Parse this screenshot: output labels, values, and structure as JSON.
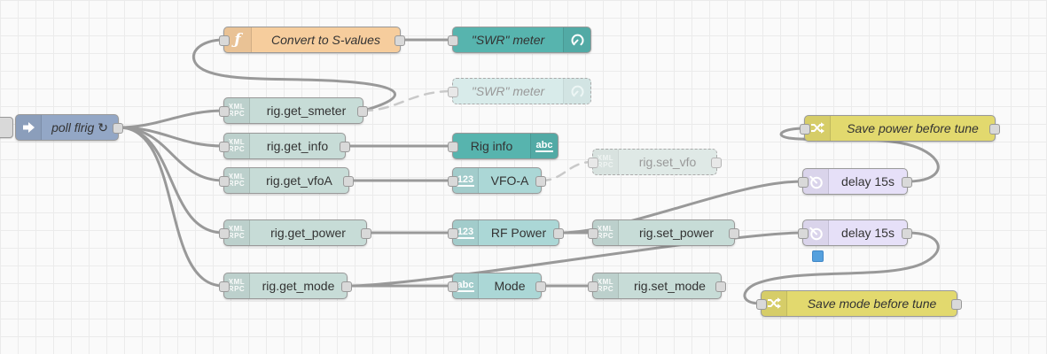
{
  "canvas": {
    "background": "#fafafa",
    "grid_color": "#ebebeb",
    "grid_size": 20
  },
  "colors": {
    "wire": "#999999",
    "wire_to_disabled": "#c9c9c9",
    "node_border": "#999999",
    "inject_blue": "#93a7c6",
    "function_orange": "#f6cd9d",
    "dashboard_teal": "#57b4ae",
    "xmlrpc_sage": "#c7dcd7",
    "value_cyan": "#abd7d6",
    "change_yellow": "#e2d96e",
    "delay_lavender": "#e6e0f8",
    "status_blue": "#55a0dd",
    "port_fill": "#d9d9d9"
  },
  "icons": {
    "xml": "XML",
    "rpc": "RPC",
    "function": "ƒ",
    "abc": "abc",
    "num": "123"
  },
  "nodes": {
    "poll_flrig": {
      "label": "poll flrig ↻",
      "type": "inject"
    },
    "convert": {
      "label": "Convert to S-values",
      "type": "function"
    },
    "swr_meter": {
      "label": "\"SWR\" meter",
      "type": "ui_gauge"
    },
    "swr_meter_disabled": {
      "label": "\"SWR\" meter",
      "type": "ui_gauge",
      "disabled": true
    },
    "get_smeter": {
      "label": "rig.get_smeter",
      "type": "xml-rpc"
    },
    "get_info": {
      "label": "rig.get_info",
      "type": "xml-rpc"
    },
    "get_vfoa": {
      "label": "rig.get_vfoA",
      "type": "xml-rpc"
    },
    "get_power": {
      "label": "rig.get_power",
      "type": "xml-rpc"
    },
    "get_mode": {
      "label": "rig.get_mode",
      "type": "xml-rpc"
    },
    "rig_info": {
      "label": "Rig info",
      "type": "ui_text"
    },
    "vfo_a": {
      "label": "VFO-A",
      "type": "number"
    },
    "rf_power": {
      "label": "RF Power",
      "type": "number"
    },
    "mode": {
      "label": "Mode",
      "type": "text"
    },
    "set_vfo": {
      "label": "rig.set_vfo",
      "type": "xml-rpc",
      "disabled": true
    },
    "set_power": {
      "label": "rig.set_power",
      "type": "xml-rpc"
    },
    "set_mode": {
      "label": "rig.set_mode",
      "type": "xml-rpc"
    },
    "save_power": {
      "label": "Save power before tune",
      "type": "change"
    },
    "delay1": {
      "label": "delay 15s",
      "type": "delay"
    },
    "delay2": {
      "label": "delay 15s",
      "type": "delay",
      "status": "blue-square"
    },
    "save_mode": {
      "label": "Save mode before tune",
      "type": "change"
    }
  },
  "wires": [
    {
      "from": "poll_flrig",
      "to": "get_smeter"
    },
    {
      "from": "poll_flrig",
      "to": "get_info"
    },
    {
      "from": "poll_flrig",
      "to": "get_vfoa"
    },
    {
      "from": "poll_flrig",
      "to": "get_power"
    },
    {
      "from": "poll_flrig",
      "to": "get_mode"
    },
    {
      "from": "get_smeter",
      "to": "convert"
    },
    {
      "from": "get_smeter",
      "to": "swr_meter_disabled",
      "dashed": true
    },
    {
      "from": "convert",
      "to": "swr_meter"
    },
    {
      "from": "get_info",
      "to": "rig_info"
    },
    {
      "from": "get_vfoa",
      "to": "vfo_a"
    },
    {
      "from": "vfo_a",
      "to": "set_vfo",
      "dashed": true
    },
    {
      "from": "get_power",
      "to": "rf_power"
    },
    {
      "from": "rf_power",
      "to": "set_power"
    },
    {
      "from": "rf_power",
      "to": "delay1"
    },
    {
      "from": "delay1",
      "to": "save_power"
    },
    {
      "from": "get_mode",
      "to": "mode"
    },
    {
      "from": "get_mode",
      "to": "delay2"
    },
    {
      "from": "mode",
      "to": "set_mode"
    },
    {
      "from": "delay2",
      "to": "save_mode"
    }
  ]
}
